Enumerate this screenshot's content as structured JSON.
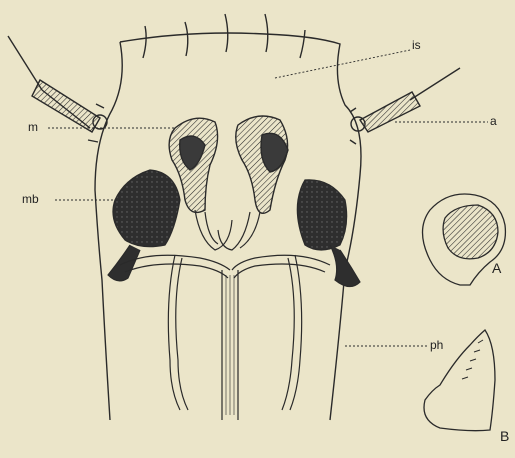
{
  "labels": {
    "is": "is",
    "a": "a",
    "m": "m",
    "mb": "mb",
    "ph": "ph",
    "fig_a": "A",
    "fig_b": "B"
  },
  "colors": {
    "background": "#ebe5c9",
    "ink": "#2a2a2a",
    "dark_fill": "#2e2e2e"
  }
}
